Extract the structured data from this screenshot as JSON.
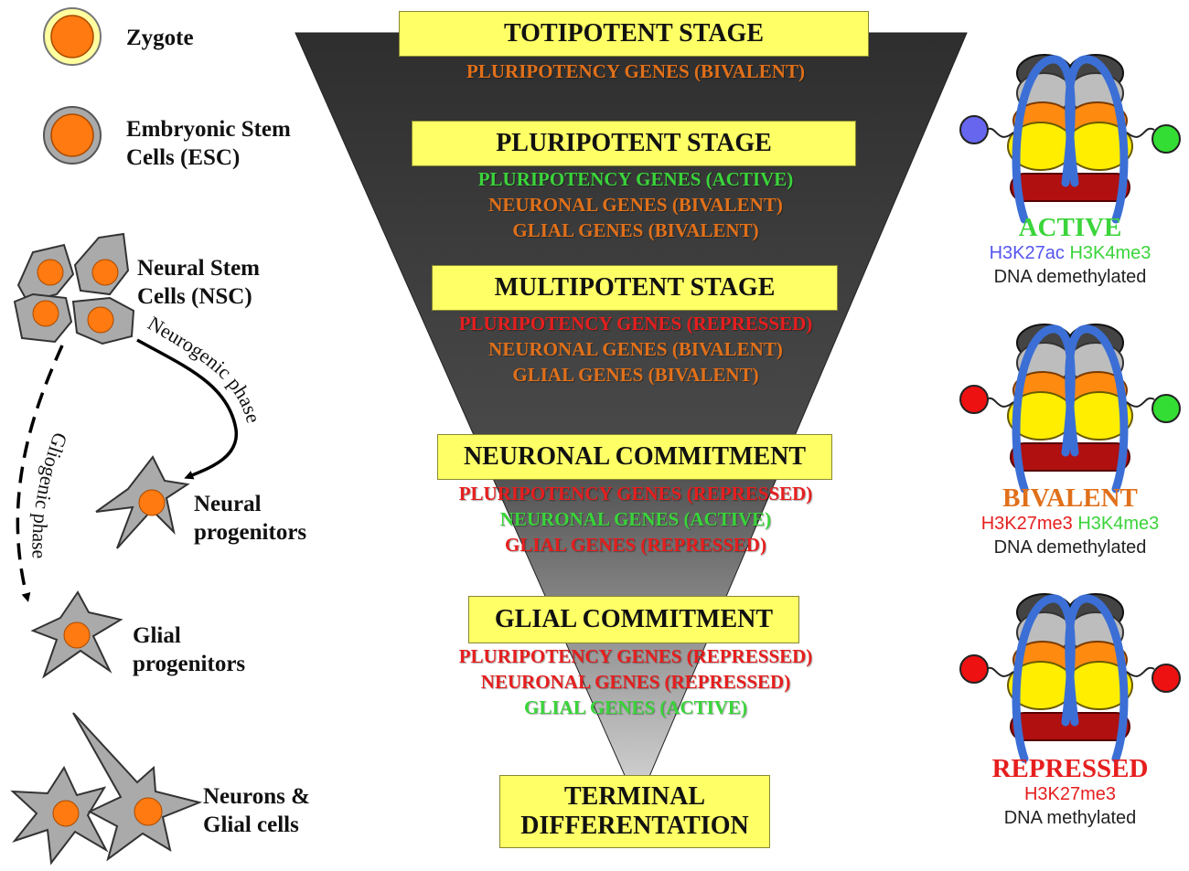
{
  "colors": {
    "funnel": "#3a3a3a",
    "stage_box": "#ffff66",
    "bivalent": "#e0701a",
    "active": "#3ad43a",
    "repressed": "#e61e1e",
    "h3k27ac": "#5555ee",
    "cell_nucleus": "#ff7a10",
    "cell_body": "#aaaaaa",
    "zygote_body": "#ffffa0",
    "nucleosome_gray": "#bdbdbd",
    "nucleosome_orange": "#ff8a10",
    "nucleosome_yellow": "#ffee00",
    "dna_strand": "#3b6fd6",
    "base_red": "#b01010"
  },
  "cells": {
    "zygote": "Zygote",
    "esc": [
      "Embryonic Stem",
      "Cells (ESC)"
    ],
    "nsc": [
      "Neural Stem",
      "Cells (NSC)"
    ],
    "neural_progenitors": [
      "Neural",
      "progenitors"
    ],
    "glial_progenitors": [
      "Glial",
      "progenitors"
    ],
    "neurons_glia": [
      "Neurons &",
      "Glial cells"
    ],
    "neurogenic_phase": "Neurogenic phase",
    "gliogenic_phase": "Gliogenic phase"
  },
  "stages": [
    {
      "title": "TOTIPOTENT STAGE",
      "genes": [
        {
          "text": "PLURIPOTENCY GENES (BIVALENT)",
          "state": "bivalent"
        }
      ]
    },
    {
      "title": "PLURIPOTENT STAGE",
      "genes": [
        {
          "text": "PLURIPOTENCY GENES (ACTIVE)",
          "state": "active"
        },
        {
          "text": "NEURONAL GENES (BIVALENT)",
          "state": "bivalent"
        },
        {
          "text": "GLIAL GENES (BIVALENT)",
          "state": "bivalent"
        }
      ]
    },
    {
      "title": "MULTIPOTENT STAGE",
      "genes": [
        {
          "text": "PLURIPOTENCY GENES (REPRESSED)",
          "state": "repressed"
        },
        {
          "text": "NEURONAL GENES (BIVALENT)",
          "state": "bivalent"
        },
        {
          "text": "GLIAL GENES (BIVALENT)",
          "state": "bivalent"
        }
      ]
    },
    {
      "title": "NEURONAL COMMITMENT",
      "genes": [
        {
          "text": "PLURIPOTENCY GENES (REPRESSED)",
          "state": "repressed"
        },
        {
          "text": "NEURONAL GENES (ACTIVE)",
          "state": "active"
        },
        {
          "text": "GLIAL GENES (REPRESSED)",
          "state": "repressed"
        }
      ]
    },
    {
      "title": "GLIAL COMMITMENT",
      "genes": [
        {
          "text": "PLURIPOTENCY GENES (REPRESSED)",
          "state": "repressed"
        },
        {
          "text": "NEURONAL GENES (REPRESSED)",
          "state": "repressed"
        },
        {
          "text": "GLIAL GENES (ACTIVE)",
          "state": "active"
        }
      ]
    },
    {
      "title_lines": [
        "TERMINAL",
        "DIFFERENTATION"
      ],
      "genes": []
    }
  ],
  "chromatin_states": [
    {
      "title": "ACTIVE",
      "state": "active",
      "marks": [
        {
          "text": "H3K27ac",
          "color": "#5555ee"
        },
        {
          "text": "H3K4me3",
          "color": "#3ad43a"
        }
      ],
      "dna": "DNA demethylated",
      "left_ball": "#6666ee",
      "right_ball": "#33dd33"
    },
    {
      "title": "BIVALENT",
      "state": "bivalent",
      "marks": [
        {
          "text": "H3K27me3",
          "color": "#e61e1e"
        },
        {
          "text": "H3K4me3",
          "color": "#3ad43a"
        }
      ],
      "dna": "DNA demethylated",
      "left_ball": "#ee1111",
      "right_ball": "#33dd33"
    },
    {
      "title": "REPRESSED",
      "state": "repressed",
      "marks": [
        {
          "text": "H3K27me3",
          "color": "#e61e1e"
        }
      ],
      "dna": "DNA methylated",
      "left_ball": "#ee1111",
      "right_ball": "#ee1111"
    }
  ]
}
